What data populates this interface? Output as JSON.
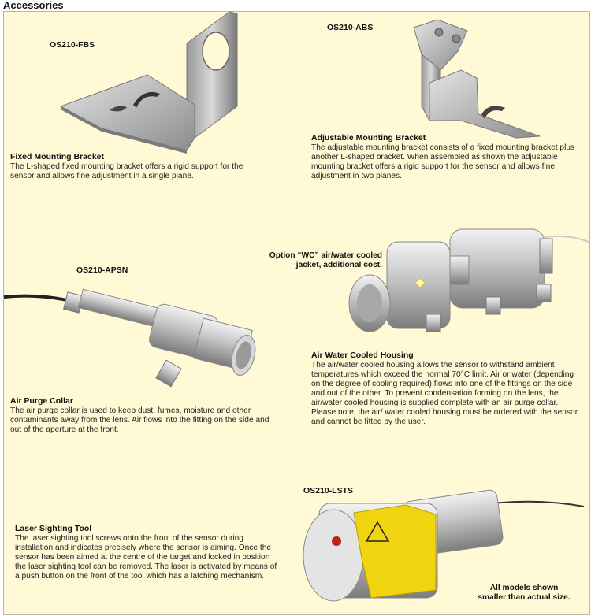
{
  "header": {
    "title": "Accessories"
  },
  "items": [
    {
      "code": "OS210-FBS",
      "title": "Fixed Mounting Bracket",
      "description": "The L-shaped fixed mounting bracket offers a rigid support for the sensor and allows fine adjustment in a single plane."
    },
    {
      "code": "OS210-ABS",
      "title": "Adjustable Mounting Bracket",
      "description": "The adjustable mounting bracket consists of a fixed mounting bracket plus another L-shaped bracket. When assembled as shown the adjustable mounting bracket offers a rigid support for the sensor and allows fine adjustment in two planes."
    },
    {
      "code": "OS210-APSN",
      "title": "Air Purge Collar",
      "description": "The air purge collar is used to keep dust, fumes, moisture and other contaminants away from the lens. Air flows into the fitting on the side and out of the aperture at the front."
    },
    {
      "code": "",
      "title": "Air Water Cooled Housing",
      "description": "The air/water cooled housing allows the sensor to withstand ambient temperatures which exceed the normal 70°C limit. Air or water (depending on the degree of cooling required) flows into one of the fittings on the side and out of the other. To prevent condensation forming on the lens, the air/water cooled housing is supplied complete with an air purge collar. Please note, the air/ water cooled housing must be ordered with the sensor and cannot be fitted by the user."
    },
    {
      "code": "OS210-LSTS",
      "title": "Laser Sighting Tool",
      "description": "The laser sighting tool screws onto the front of the sensor during installation and indicates precisely where the sensor is aiming. Once the sensor has been aimed at the centre of the target and locked in position the laser sighting tool can be removed. The laser is activated by means of a push button on the front of the tool which has a latching mechanism."
    }
  ],
  "callouts": {
    "wc_line1": "Option “WC” air/water cooled",
    "wc_line2": "jacket, additional cost.",
    "models_line1": "All models shown",
    "models_line2": "smaller than actual size."
  }
}
